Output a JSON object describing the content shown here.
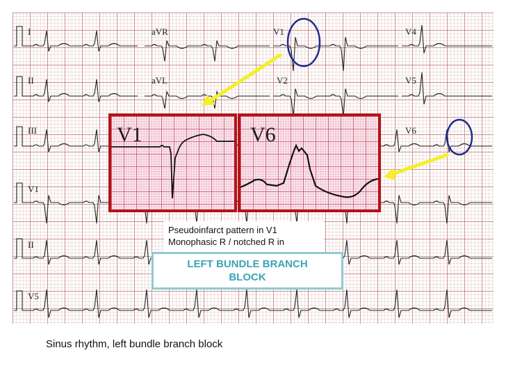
{
  "ecg": {
    "lead_labels": [
      "I",
      "aVR",
      "V1",
      "V4",
      "II",
      "aVL",
      "V2",
      "V5",
      "III",
      "V6",
      "V1",
      "II",
      "V5"
    ]
  },
  "insets": {
    "left_label": "V1",
    "right_label": "V6"
  },
  "annotation": {
    "line1": "Pseudoinfarct pattern in V1",
    "line2": "Monophasic  R / notched R in"
  },
  "diagnosis": "LEFT BUNDLE BRANCH BLOCK",
  "footer": "Sinus rhythm, left bundle branch block",
  "colors": {
    "inset_border": "#b3131b",
    "arrow": "#f4ef2a",
    "circle": "#1f2a8a",
    "diagnosis_text": "#3ba3b7",
    "diagnosis_border": "#8fcad2"
  }
}
